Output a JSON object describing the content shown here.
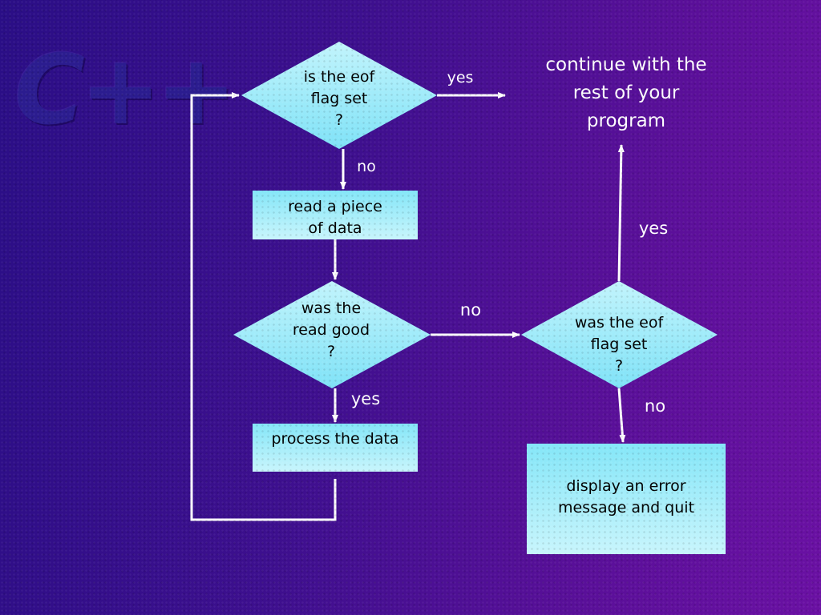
{
  "logo": "C++",
  "decision_eof_top": {
    "line1": "is the eof",
    "line2": "flag set",
    "line3": "?"
  },
  "continue_text": {
    "line1": "continue with the",
    "line2": "rest of your",
    "line3": "program"
  },
  "read_box": {
    "line1": "read a piece",
    "line2": "of data"
  },
  "decision_read_good": {
    "line1": "was the",
    "line2": "read good",
    "line3": "?"
  },
  "process_box": {
    "text": "process the data"
  },
  "decision_eof_right": {
    "line1": "was the eof",
    "line2": "flag set",
    "line3": "?"
  },
  "error_box": {
    "line1": "display an error",
    "line2": "message and quit"
  },
  "labels": {
    "top_yes": "yes",
    "top_no": "no",
    "right_up_yes": "yes",
    "middle_no": "no",
    "middle_yes": "yes",
    "right_down_no": "no"
  },
  "colors": {
    "shape_fill_top": "#b6f0fb",
    "shape_fill_bottom": "#7ce3f7",
    "line": "#ffffff"
  }
}
